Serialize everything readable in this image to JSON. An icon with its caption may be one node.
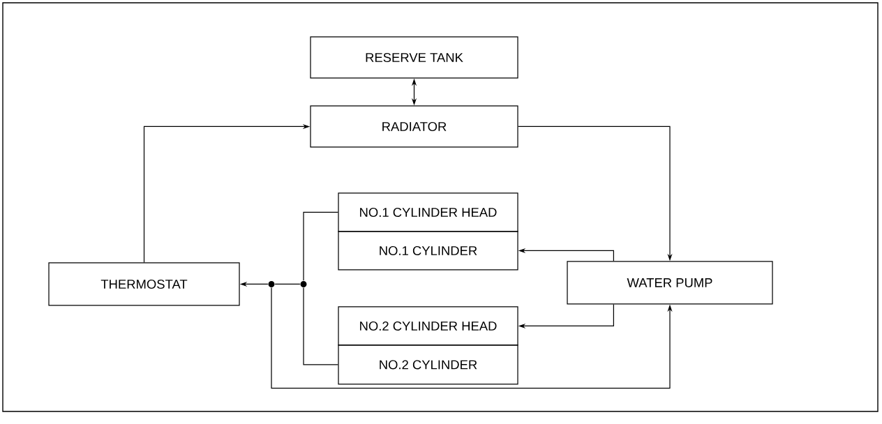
{
  "diagram": {
    "nodes": [
      {
        "text": [
          "RESERVE TANK"
        ]
      },
      {
        "text": [
          "RADIATOR"
        ]
      },
      {
        "text": [
          "NO.1 CYLINDER HEAD"
        ]
      },
      {
        "text": [
          "NO.1 CYLINDER"
        ]
      },
      {
        "text": [
          "NO.2 CYLINDER HEAD"
        ]
      },
      {
        "text": [
          "NO.2 CYLINDER"
        ]
      },
      {
        "text": [
          "THERMOSTAT"
        ]
      },
      {
        "text": [
          "WATER PUMP"
        ]
      },
      {
        "text": [],
        "shape": "circle"
      },
      {
        "text": [],
        "shape": "circle"
      }
    ],
    "edges": [
      {
        "from": 0,
        "to": 1,
        "arrow": "both"
      },
      {
        "from": 6,
        "to": 1,
        "arrow": "to"
      },
      {
        "from": 1,
        "to": 7,
        "arrow": "to"
      },
      {
        "from": 7,
        "to": 3,
        "arrow": "to"
      },
      {
        "from": 7,
        "to": 4,
        "arrow": "to"
      },
      {
        "from": 2,
        "to": 9,
        "arrow": "none"
      },
      {
        "from": 5,
        "to": 9,
        "arrow": "none"
      },
      {
        "from": 9,
        "to": 8,
        "arrow": "none"
      },
      {
        "from": 8,
        "to": 6,
        "arrow": "to"
      },
      {
        "from": 8,
        "to": 7,
        "arrow": "to"
      }
    ]
  }
}
